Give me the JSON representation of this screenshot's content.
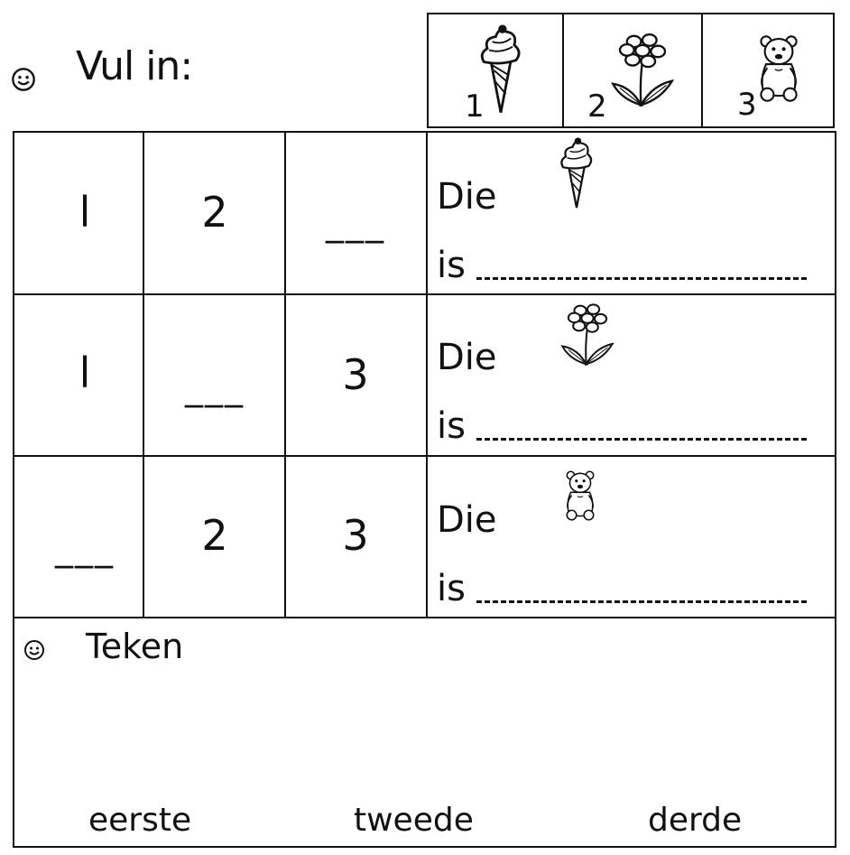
{
  "header": {
    "title": "Vul in:"
  },
  "picture_key": [
    {
      "number": "1",
      "icon": "ice-cream-icon"
    },
    {
      "number": "2",
      "icon": "flower-icon"
    },
    {
      "number": "3",
      "icon": "teddy-bear-icon"
    }
  ],
  "rows": [
    {
      "cells": [
        "l",
        "2",
        "___"
      ],
      "word": "Die",
      "is_label": "is",
      "icon": "ice-cream-icon"
    },
    {
      "cells": [
        "l",
        "___",
        "3"
      ],
      "word": "Die",
      "is_label": "is",
      "icon": "flower-icon"
    },
    {
      "cells": [
        "___",
        "2",
        "3"
      ],
      "word": "Die",
      "is_label": "is",
      "icon": "teddy-bear-icon"
    }
  ],
  "draw_section": {
    "title": "Teken",
    "ordinals": [
      "eerste",
      "tweede",
      "derde"
    ]
  }
}
